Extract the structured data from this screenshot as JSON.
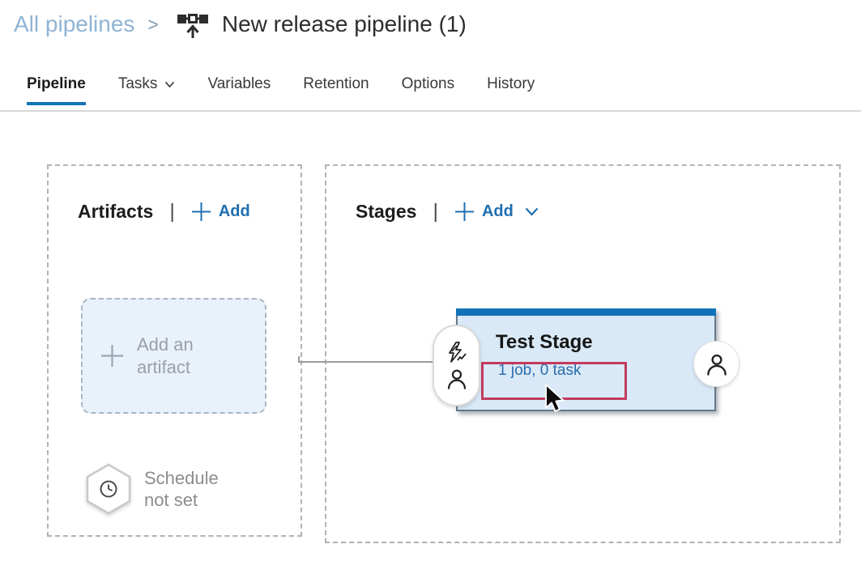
{
  "breadcrumb": {
    "parent": "All pipelines",
    "separator": ">",
    "current": "New release pipeline (1)"
  },
  "tabs": [
    {
      "label": "Pipeline",
      "active": true
    },
    {
      "label": "Tasks",
      "has_dropdown": true
    },
    {
      "label": "Variables"
    },
    {
      "label": "Retention"
    },
    {
      "label": "Options"
    },
    {
      "label": "History"
    }
  ],
  "artifacts": {
    "title": "Artifacts",
    "divider": "|",
    "add_label": "Add",
    "add_artifact_label": "Add an artifact",
    "schedule_label": "Schedule not set"
  },
  "stages": {
    "title": "Stages",
    "divider": "|",
    "add_label": "Add",
    "stage": {
      "name": "Test Stage",
      "summary": "1 job, 0 task"
    }
  },
  "colors": {
    "accent_blue": "#1273b8",
    "link_blue": "#2a6dad",
    "add_link_blue": "#1f6fb0",
    "breadcrumb_blue": "#8fb4d4",
    "stage_card_bg": "#d9e9f7",
    "stage_card_top": "#0f72b8",
    "annotation_red": "#c23a5e",
    "muted_text": "#9aa0a6",
    "schedule_text": "#8c8c8c"
  }
}
